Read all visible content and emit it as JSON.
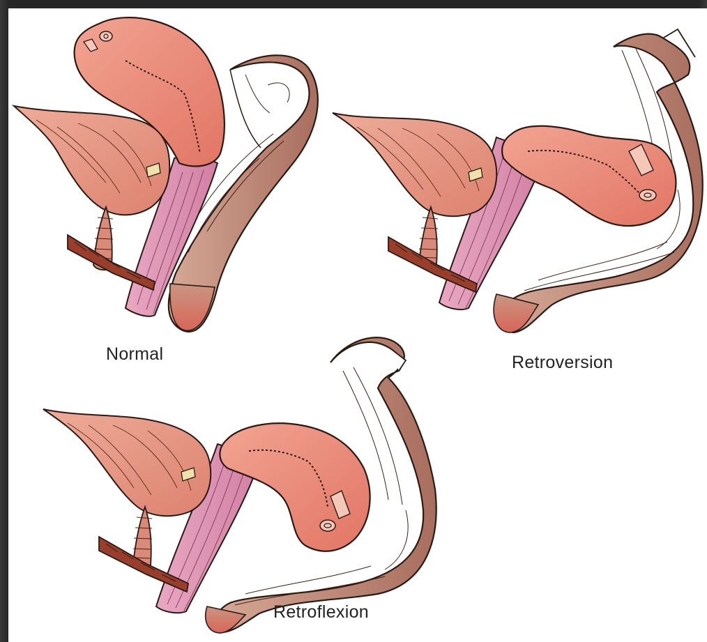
{
  "panels": [
    {
      "id": "normal",
      "label": "Normal"
    },
    {
      "id": "retroversion",
      "label": "Retroversion"
    },
    {
      "id": "retroflexion",
      "label": "Retroflexion"
    }
  ],
  "colors": {
    "uterus": "#eb8a7a",
    "uterus_dark": "#d96b5c",
    "bladder": "#e79a86",
    "vagina": "#e39ab6",
    "rectum": "#c99682",
    "outline": "#2a1a14",
    "ligament": "#8a3a2a",
    "background": "#ffffff"
  },
  "icons": [
    "ovary-icon",
    "ureter-stub-icon"
  ]
}
